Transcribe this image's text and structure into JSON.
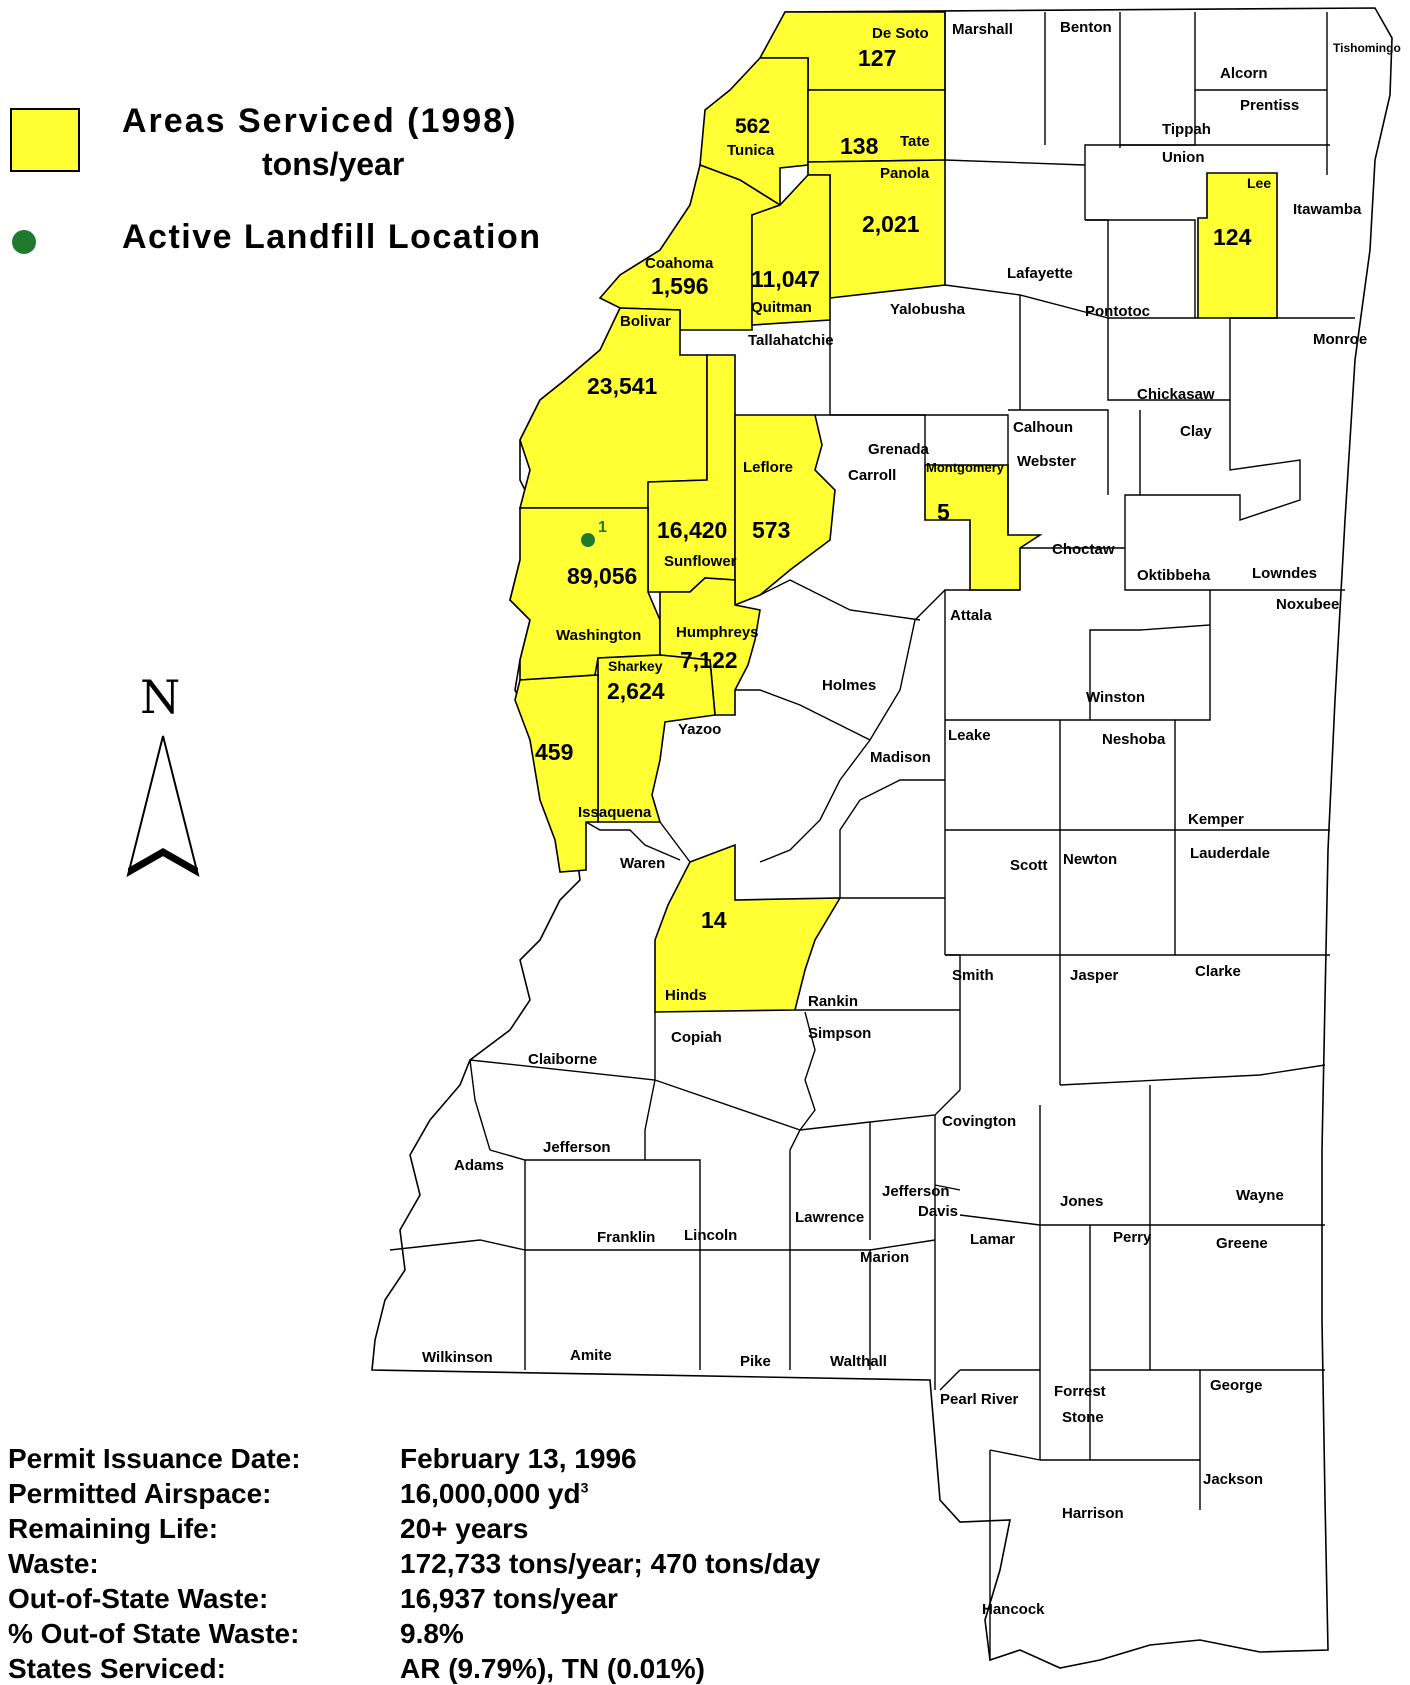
{
  "legend": {
    "serviced_title": "Areas Serviced (1998)",
    "serviced_units": "tons/year",
    "landfill_label": "Active Landfill Location",
    "serviced_color": "#ffff33",
    "landfill_color": "#1f7a2e"
  },
  "north_label": "N",
  "landfill_marker": {
    "label": "1"
  },
  "serviced_counties": [
    {
      "name": "De Soto",
      "tons": "127"
    },
    {
      "name": "Tunica",
      "tons": "562"
    },
    {
      "name": "Tate",
      "tons": "138"
    },
    {
      "name": "Panola",
      "tons": "2,021"
    },
    {
      "name": "Coahoma",
      "tons": "1,596"
    },
    {
      "name": "Quitman",
      "tons": "11,047"
    },
    {
      "name": "Bolivar",
      "tons": "23,541"
    },
    {
      "name": "Lee",
      "tons": "124"
    },
    {
      "name": "Sunflower",
      "tons": "16,420"
    },
    {
      "name": "Leflore",
      "tons": "573"
    },
    {
      "name": "Montgomery",
      "tons": "5"
    },
    {
      "name": "Washington",
      "tons": "89,056"
    },
    {
      "name": "Humphreys",
      "tons": "7,122"
    },
    {
      "name": "Sharkey",
      "tons": "2,624"
    },
    {
      "name": "Issaquena",
      "tons": "459"
    },
    {
      "name": "Hinds",
      "tons": "14"
    }
  ],
  "counties": [
    "Marshall",
    "Benton",
    "Tishomingo",
    "Alcorn",
    "Prentiss",
    "Tippah",
    "Union",
    "Itawamba",
    "Lafayette",
    "Pontotoc",
    "Tallahatchie",
    "Yalobusha",
    "Monroe",
    "Chickasaw",
    "Calhoun",
    "Clay",
    "Grenada",
    "Carroll",
    "Webster",
    "Choctaw",
    "Oktibbeha",
    "Lowndes",
    "Noxubee",
    "Attala",
    "Holmes",
    "Winston",
    "Yazoo",
    "Leake",
    "Neshoba",
    "Madison",
    "Kemper",
    "Scott",
    "Newton",
    "Lauderdale",
    "Waren",
    "Smith",
    "Jasper",
    "Clarke",
    "Rankin",
    "Copiah",
    "Simpson",
    "Claiborne",
    "Jefferson",
    "Covington",
    "Adams",
    "Jefferson Davis",
    "Jones",
    "Wayne",
    "Franklin",
    "Lincoln",
    "Lawrence",
    "Lamar",
    "Perry",
    "Greene",
    "Marion",
    "Wilkinson",
    "Amite",
    "Pike",
    "Walthall",
    "Forrest",
    "George",
    "Pearl River",
    "Stone",
    "Jackson",
    "Harrison",
    "Hancock"
  ],
  "stats": [
    {
      "label": "Permit Issuance Date:",
      "value": "February 13, 1996"
    },
    {
      "label": "Permitted Airspace:",
      "value": "16,000,000 yd",
      "sup": "3"
    },
    {
      "label": "Remaining Life:",
      "value": "20+ years"
    },
    {
      "label": "Waste:",
      "value": "172,733 tons/year; 470 tons/day"
    },
    {
      "label": "Out-of-State Waste:",
      "value": "16,937 tons/year"
    },
    {
      "label": "% Out-of State Waste:",
      "value": "9.8%"
    },
    {
      "label": "States Serviced:",
      "value": "AR (9.79%), TN (0.01%)"
    }
  ]
}
